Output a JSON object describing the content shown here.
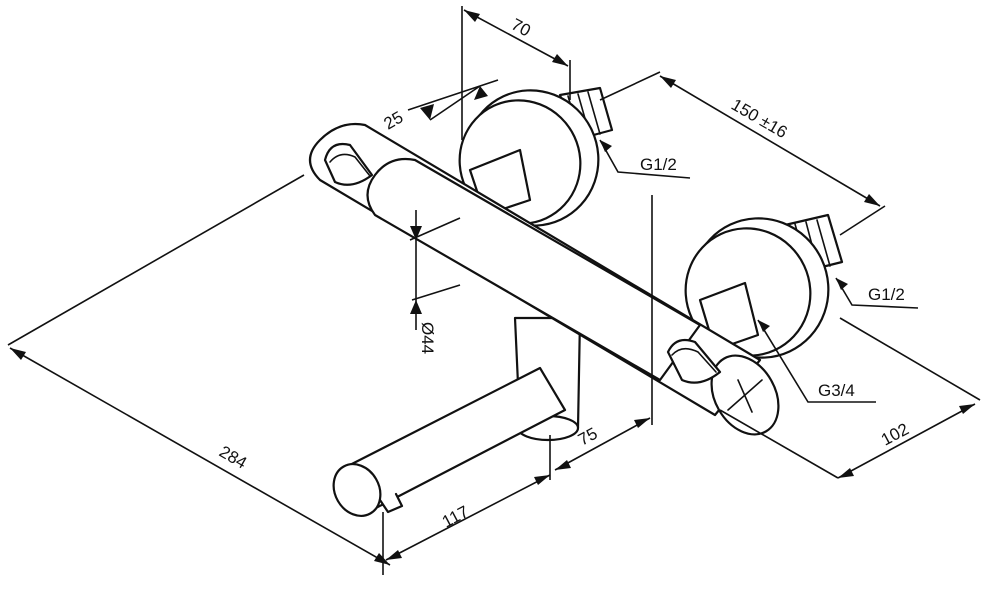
{
  "dimensions": {
    "d70": "70",
    "d150": "150 ±16",
    "d25": "25",
    "d44": "Ø44",
    "d284": "284",
    "d117": "117",
    "d75": "75",
    "d102": "102"
  },
  "callouts": {
    "g12_top": "G1/2",
    "g12_right": "G1/2",
    "g34": "G3/4"
  }
}
